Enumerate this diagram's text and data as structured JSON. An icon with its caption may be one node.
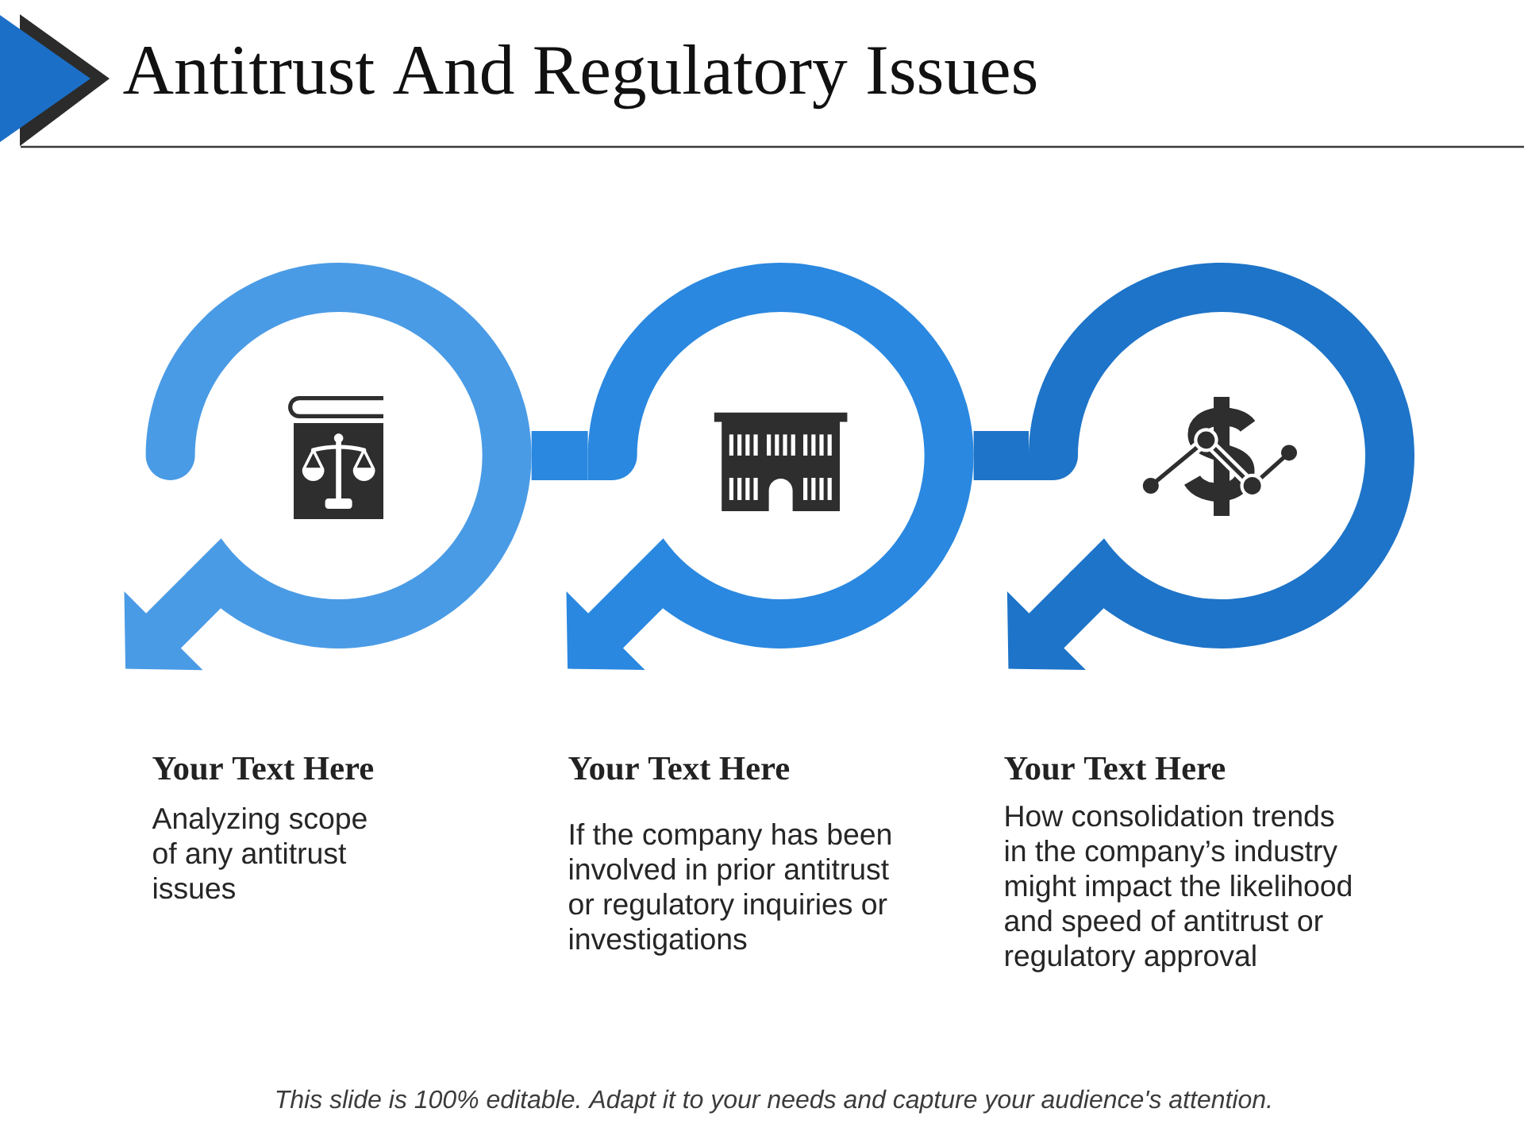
{
  "diagram": {
    "title": "Antitrust And Regulatory Issues",
    "nodes": [
      {
        "text": [],
        "shape": "circle",
        "beside": [
          "Your Text Here",
          "Analyzing scope of any antitrust issues"
        ]
      },
      {
        "text": [],
        "shape": "circle",
        "beside": [
          "Your Text Here",
          "If the company has been involved in prior antitrust or regulatory inquiries or investigations"
        ]
      },
      {
        "text": [],
        "shape": "circle",
        "beside": [
          "Your Text Here",
          "How consolidation trends in the company’s industry might impact the likelihood and speed of antitrust or regulatory approval"
        ]
      }
    ],
    "edges": [
      {
        "from": 0,
        "to": 1,
        "arrow": "none",
        "color": "#2a88e0"
      },
      {
        "from": 1,
        "to": 2,
        "arrow": "none",
        "color": "#1e74c8"
      },
      {
        "from": 0,
        "to": null,
        "arrow": "to",
        "color": "#4a9be5"
      },
      {
        "from": 1,
        "to": null,
        "arrow": "to",
        "color": "#2a88e0"
      },
      {
        "from": 2,
        "to": null,
        "arrow": "to",
        "color": "#1e74c8"
      }
    ],
    "labels": [
      "This slide is 100% editable. Adapt it to your needs and capture your audience's attention."
    ]
  }
}
